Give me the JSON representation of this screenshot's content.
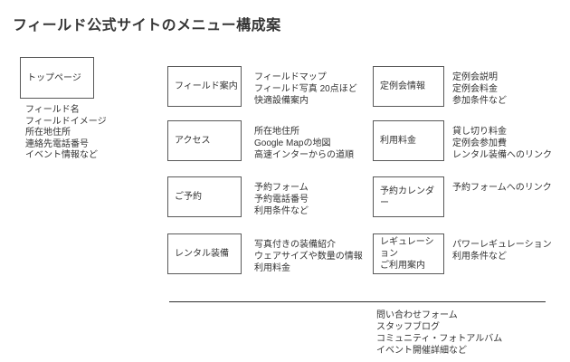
{
  "page": {
    "title": "フィールド公式サイトのメニュー構成案"
  },
  "colors": {
    "background": "#ffffff",
    "text": "#333333",
    "box_border": "#595959",
    "divider_line": "#2e2e2e"
  },
  "top_page": {
    "label": "トップページ",
    "notes": [
      "フィールド名",
      "フィールドイメージ",
      "所在地住所",
      "連絡先電話番号",
      "イベント情報など"
    ]
  },
  "menu_rows": [
    {
      "primary": {
        "label": "フィールド案内",
        "notes": [
          "フィールドマップ",
          "フィールド写真 20点ほど",
          "快適設備案内"
        ]
      },
      "secondary": {
        "label": "定例会情報",
        "notes": [
          "定例会説明",
          "定例会料金",
          "参加条件など"
        ]
      }
    },
    {
      "primary": {
        "label": "アクセス",
        "notes": [
          "所在地住所",
          "Google Mapの地図",
          "高速インターからの道順"
        ]
      },
      "secondary": {
        "label": "利用料金",
        "notes": [
          "貸し切り料金",
          "定例会参加費",
          "レンタル装備へのリンク"
        ]
      }
    },
    {
      "primary": {
        "label": "ご予約",
        "notes": [
          "予約フォーム",
          "予約電話番号",
          "利用条件など"
        ]
      },
      "secondary": {
        "label": "予約カレンダー",
        "notes": [
          "予約フォームへのリンク"
        ]
      }
    },
    {
      "primary": {
        "label": "レンタル装備",
        "notes": [
          "写真付きの装備紹介",
          "ウェアサイズや数量の情報",
          "利用料金"
        ]
      },
      "secondary": {
        "label": "レギュレーション\nご利用案内",
        "notes": [
          "パワーレギュレーション",
          "利用条件など"
        ]
      }
    }
  ],
  "footer": {
    "notes": [
      "問い合わせフォーム",
      "スタッフブログ",
      "コミュニティ・フォトアルバム",
      "イベント開催詳細など"
    ]
  }
}
